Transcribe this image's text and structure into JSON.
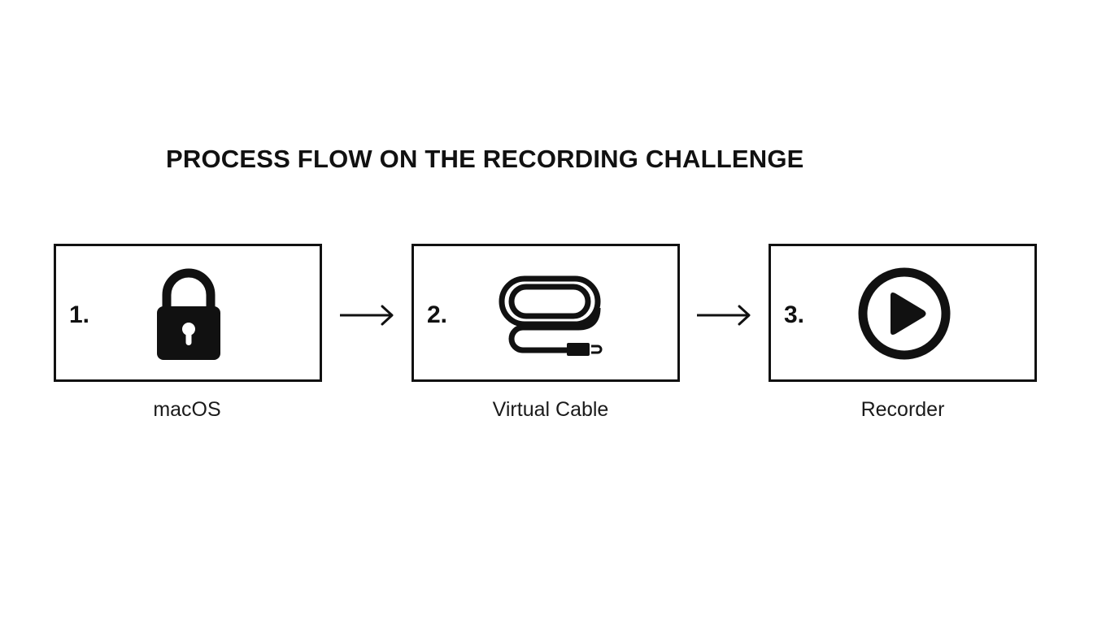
{
  "title": "PROCESS FLOW ON THE RECORDING CHALLENGE",
  "steps": [
    {
      "number": "1.",
      "label": "macOS",
      "icon": "lock-icon"
    },
    {
      "number": "2.",
      "label": "Virtual Cable",
      "icon": "cable-icon"
    },
    {
      "number": "3.",
      "label": "Recorder",
      "icon": "play-icon"
    }
  ],
  "connector": "arrow-right-icon",
  "colors": {
    "stroke": "#111111",
    "background": "#ffffff"
  }
}
